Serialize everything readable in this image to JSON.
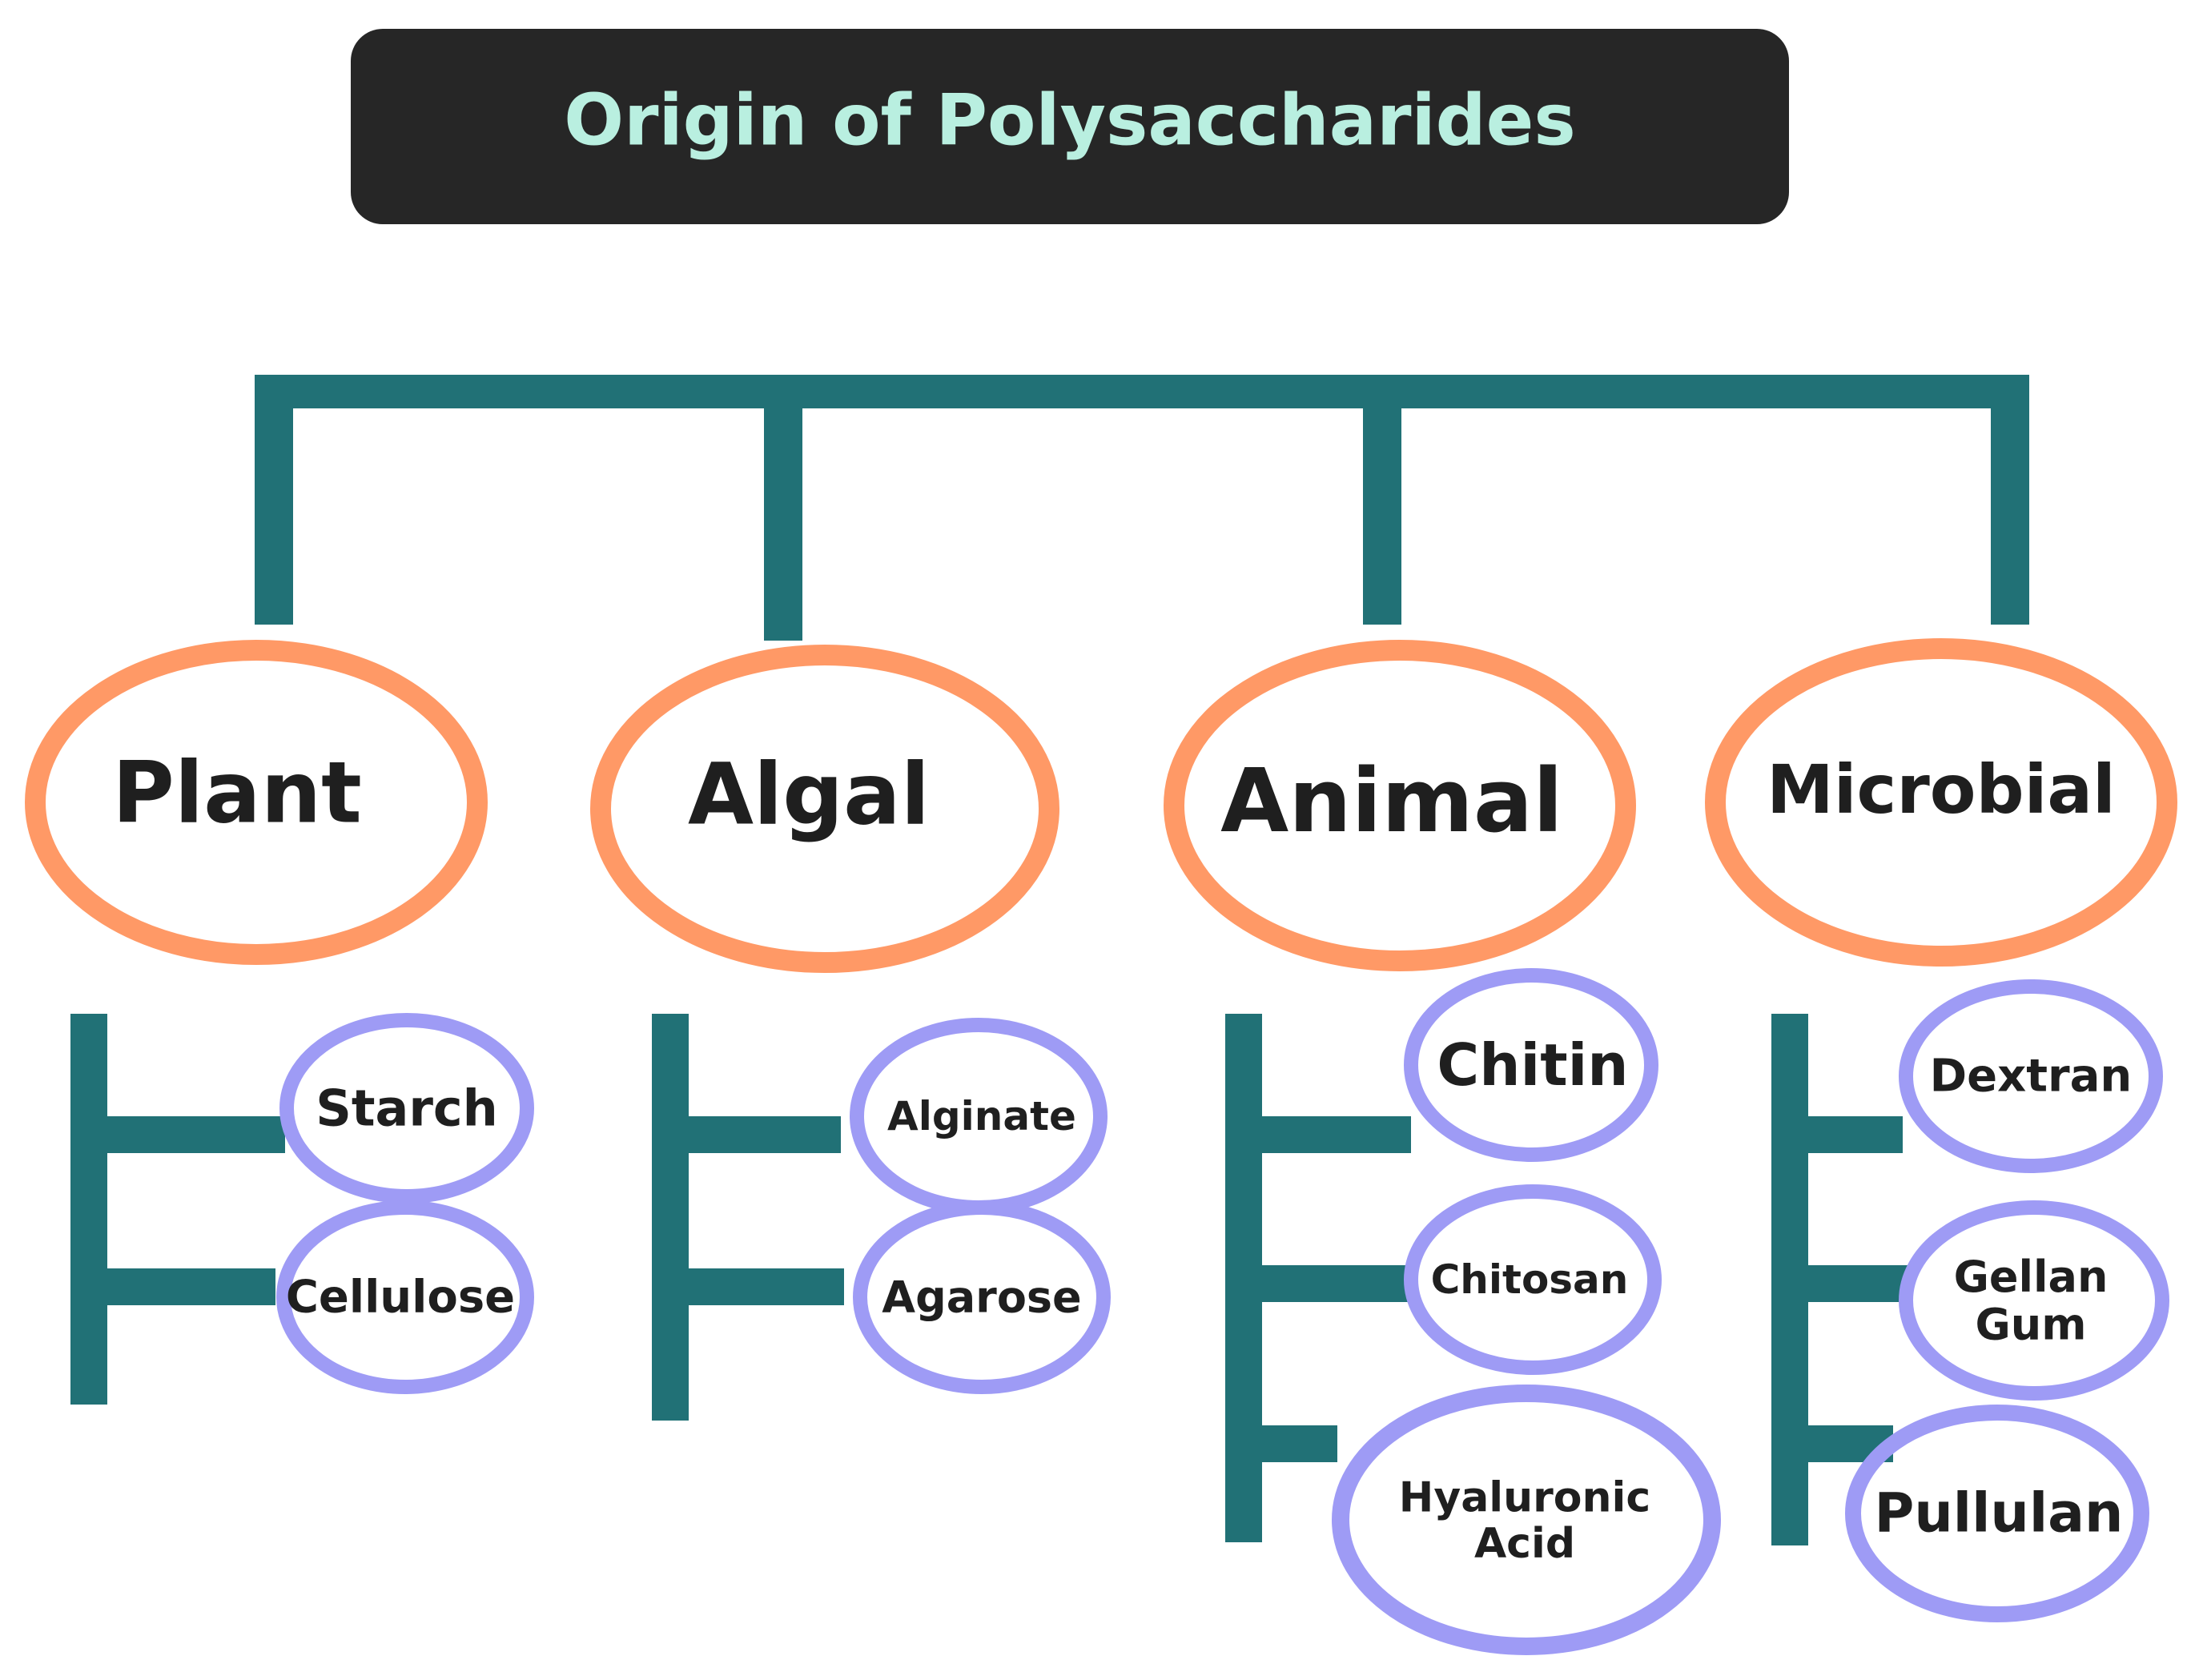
{
  "title": "Origin of Polysaccharides",
  "colors": {
    "title_bg": "#262626",
    "title_text": "#b9efe0",
    "connector": "#217176",
    "category_ring": "#ff9966",
    "item_ring": "#9e9bf5",
    "text": "#1f1f1f"
  },
  "categories": [
    {
      "label": "Plant",
      "items": [
        "Starch",
        "Cellulose"
      ]
    },
    {
      "label": "Algal",
      "items": [
        "Alginate",
        "Agarose"
      ]
    },
    {
      "label": "Animal",
      "items": [
        "Chitin",
        "Chitosan",
        "Hyaluronic Acid"
      ]
    },
    {
      "label": "Microbial",
      "items": [
        "Dextran",
        "Gellan Gum",
        "Pullulan"
      ]
    }
  ]
}
